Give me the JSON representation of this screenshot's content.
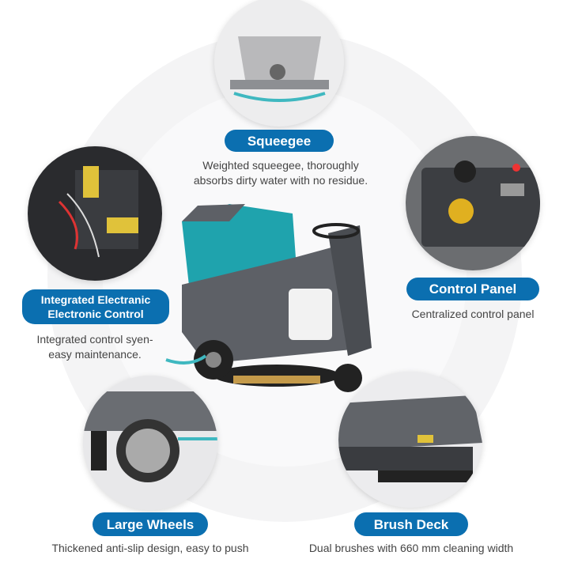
{
  "features": [
    {
      "title": "Squeegee",
      "desc": [
        "Weighted squeegee, thoroughly",
        "absorbs dirty water with no residue."
      ],
      "icon": "squeegee-photo"
    },
    {
      "title": "Integrated Electranic\nElectronic Control",
      "title_lines": [
        "Integrated Electranic",
        "Electronic Control"
      ],
      "desc": [
        "Integrated control syen-",
        "easy maintenance."
      ],
      "icon": "electronics-photo"
    },
    {
      "title": "Control Panel",
      "desc": [
        "Centralized control panel"
      ],
      "icon": "control-panel-photo"
    },
    {
      "title": "Large Wheels",
      "desc": [
        "Thickened anti-slip design, easy to push"
      ],
      "icon": "wheel-photo"
    },
    {
      "title": "Brush Deck",
      "desc": [
        "Dual brushes with 660 mm cleaning width"
      ],
      "icon": "brush-deck-photo"
    }
  ],
  "colors": {
    "accent": "#0b6fb0",
    "machine_teal": "#1fa3ad",
    "machine_gray": "#5d6066"
  }
}
